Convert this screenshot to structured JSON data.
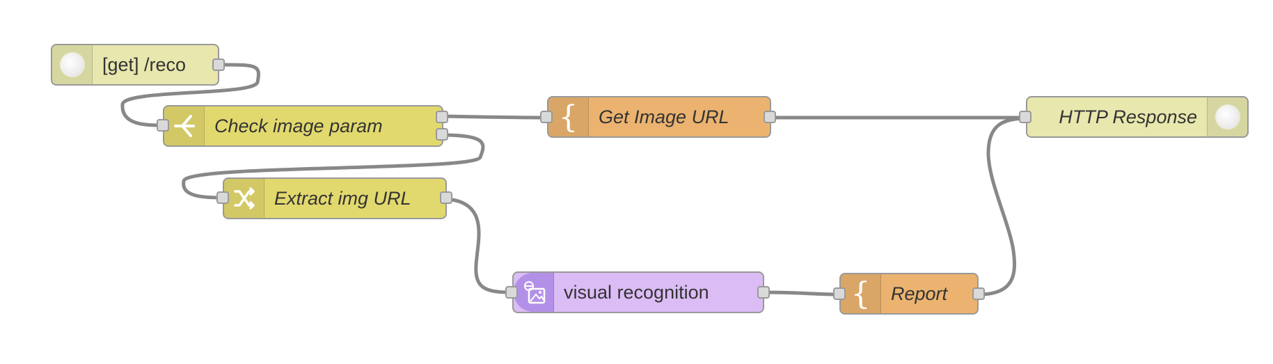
{
  "colors": {
    "http": "#e7e7ae",
    "switch": "#e2d96e",
    "template": "#ebb36f",
    "visual": "#dbbcf5",
    "wire": "#888888"
  },
  "nodes": {
    "get_reco": {
      "label": "[get] /reco",
      "icon": "globe-icon"
    },
    "check_image": {
      "label": "Check image param",
      "icon": "switch-icon"
    },
    "extract_url": {
      "label": "Extract img URL",
      "icon": "shuffle-icon"
    },
    "get_image_url": {
      "label": "Get Image URL",
      "icon": "brace-icon"
    },
    "http_response": {
      "label": "HTTP Response",
      "icon": "globe-icon"
    },
    "visual_recognition": {
      "label": "visual recognition",
      "icon": "image-recognition-icon"
    },
    "report": {
      "label": "Report",
      "icon": "brace-icon"
    }
  }
}
